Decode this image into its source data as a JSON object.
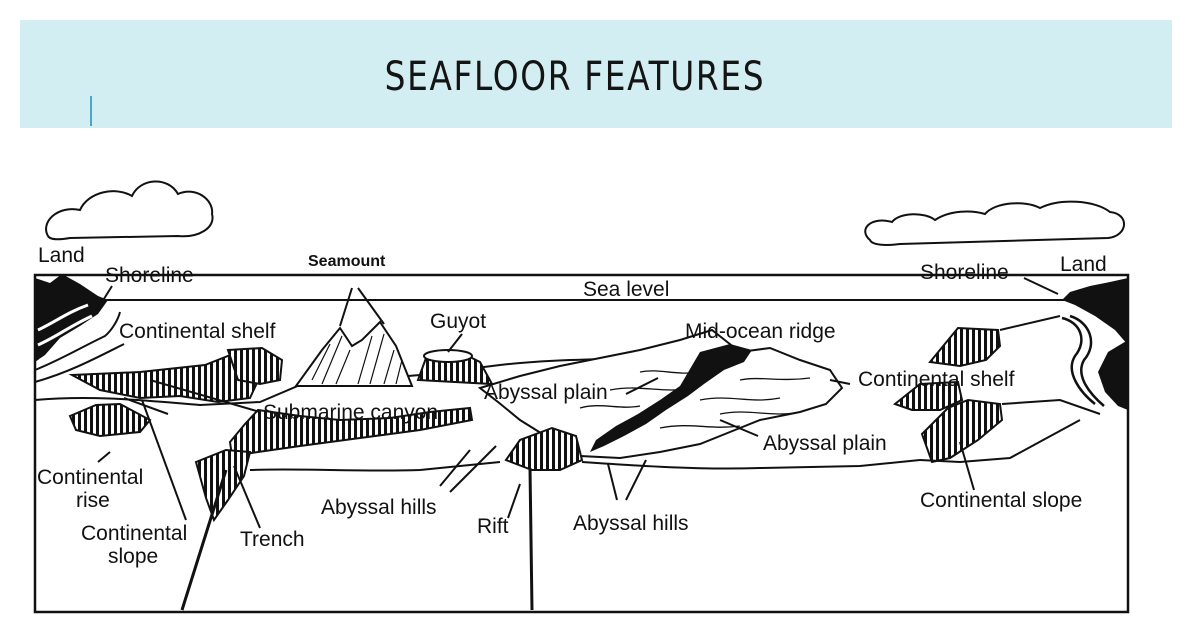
{
  "slide": {
    "title": "SEAFLOOR FEATURES"
  },
  "labels": {
    "land_left": "Land",
    "shoreline_left": "Shoreline",
    "seamount": "Seamount",
    "sea_level": "Sea level",
    "guyot": "Guyot",
    "mid_ocean_ridge": "Mid-ocean ridge",
    "continental_shelf_left": "Continental shelf",
    "submarine_canyon": "Submarine canyon",
    "abyssal_plain_left": "Abyssal plain",
    "continental_shelf_right": "Continental shelf",
    "abyssal_plain_right": "Abyssal plain",
    "continental_rise_1": "Continental",
    "continental_rise_2": "rise",
    "continental_slope_left_1": "Continental",
    "continental_slope_left_2": "slope",
    "trench": "Trench",
    "abyssal_hills_left": "Abyssal hills",
    "rift": "Rift",
    "abyssal_hills_right": "Abyssal hills",
    "continental_slope_right": "Continental slope",
    "shoreline_right": "Shoreline",
    "land_right": "Land"
  },
  "colors": {
    "banner": "#d3eef2",
    "accent": "#4aa6c9",
    "ink": "#111111"
  }
}
